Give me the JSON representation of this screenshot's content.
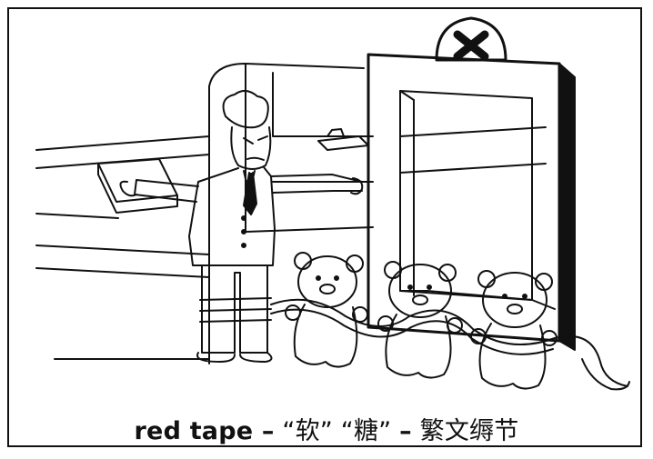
{
  "caption": {
    "english": "red tape –",
    "quoted_1": "“软”",
    "quoted_2": "“糖”",
    "dash": "–",
    "chinese": "繁文缛节"
  },
  "icons": {
    "sign": "x-mark-icon"
  },
  "colors": {
    "ink": "#111111",
    "paper": "#ffffff"
  }
}
